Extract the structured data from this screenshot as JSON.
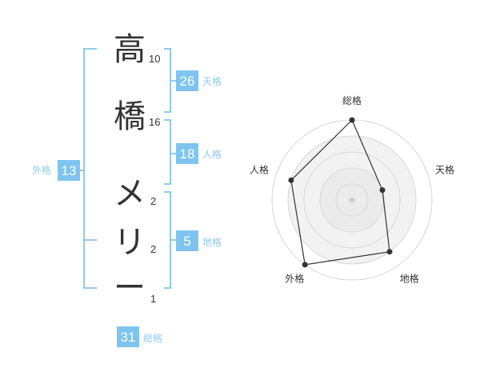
{
  "accent_color": "#8fc9ef",
  "badge_color": "#7fc4f0",
  "name_characters": [
    {
      "char": "高",
      "strokes": "10"
    },
    {
      "char": "橋",
      "strokes": "16"
    },
    {
      "char": "メ",
      "strokes": "2"
    },
    {
      "char": "リ",
      "strokes": "2"
    },
    {
      "char": "ー",
      "strokes": "1"
    }
  ],
  "kaku": {
    "tenkaku": {
      "value": "26",
      "label": "天格"
    },
    "jinkaku": {
      "value": "18",
      "label": "人格"
    },
    "chikaku": {
      "value": "5",
      "label": "地格"
    },
    "gaikaku": {
      "value": "13",
      "label": "外格"
    },
    "soukaku": {
      "value": "31",
      "label": "総格"
    }
  },
  "radar": {
    "axes": [
      "総格",
      "天格",
      "地格",
      "外格",
      "人格"
    ],
    "max": 5,
    "rings": 5,
    "values": [
      5,
      2,
      4,
      5,
      4
    ]
  }
}
